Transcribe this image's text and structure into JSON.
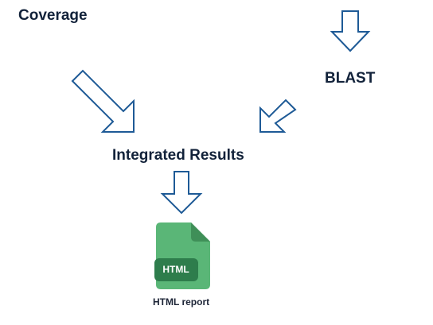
{
  "nodes": {
    "coverage": "Coverage",
    "blast": "BLAST",
    "integrated": "Integrated Results",
    "report": "HTML report"
  },
  "report_icon": {
    "badge_text": "HTML",
    "icon_name": "html-file-icon",
    "body_color": "#5ab677",
    "fold_color": "#3f8f58",
    "badge_color": "#2e7d4c"
  },
  "arrow_color": "#1e5a96"
}
